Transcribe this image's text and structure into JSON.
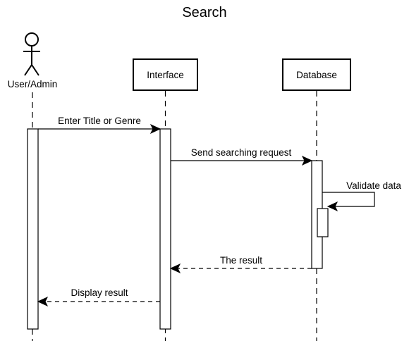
{
  "title": "Search",
  "participants": {
    "actor": "User/Admin",
    "interface": "Interface",
    "database": "Database"
  },
  "messages": {
    "enter": "Enter Title or Genre",
    "send": "Send searching request",
    "validate": "Validate data",
    "result": "The result",
    "display": "Display result"
  }
}
